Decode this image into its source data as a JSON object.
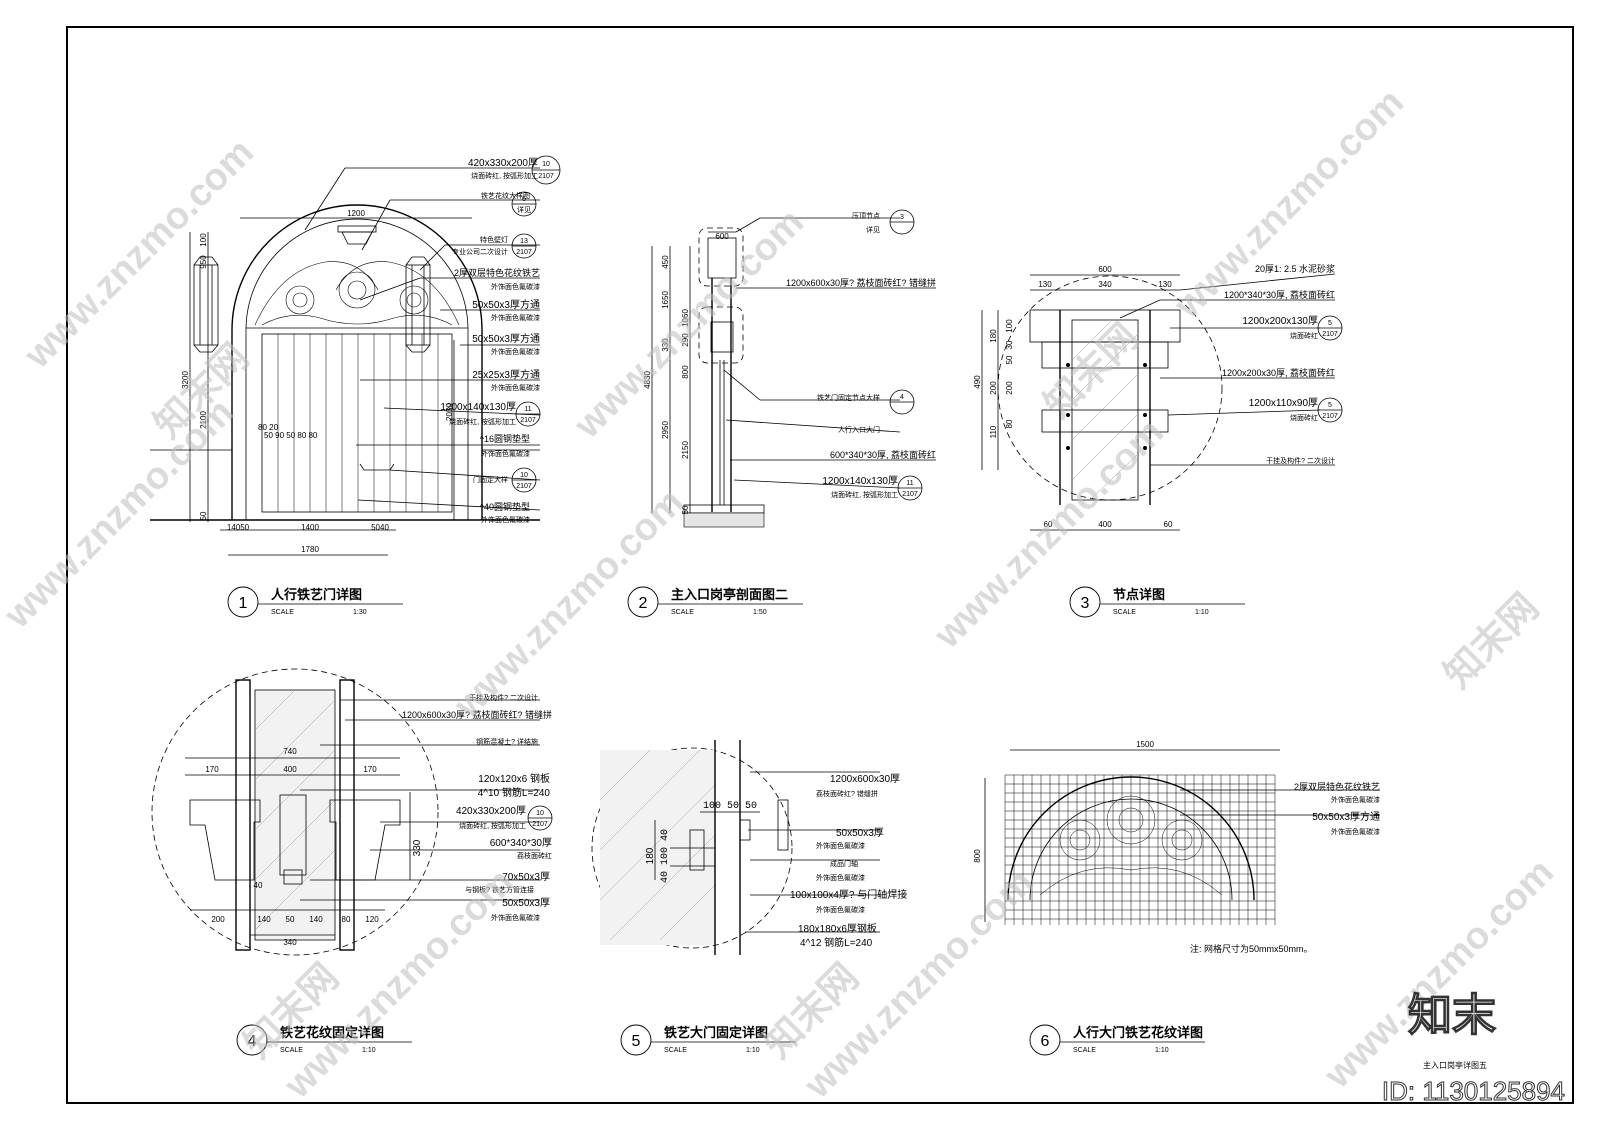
{
  "watermarks": {
    "site": "www.znzmo.com",
    "brand": "知末网"
  },
  "logo": {
    "text": "知末",
    "id": "ID: 1130125894"
  },
  "sheet_title": "主入口岗亭详图五",
  "details": [
    {
      "num": "1",
      "title": "人行铁艺门详图",
      "scale_label": "SCALE",
      "scale": "1:30"
    },
    {
      "num": "2",
      "title": "主入口岗亭剖面图二",
      "scale_label": "SCALE",
      "scale": "1:50"
    },
    {
      "num": "3",
      "title": "节点详图",
      "scale_label": "SCALE",
      "scale": "1:10"
    },
    {
      "num": "4",
      "title": "铁艺花纹固定详图",
      "scale_label": "SCALE",
      "scale": "1:10"
    },
    {
      "num": "5",
      "title": "铁艺大门固定详图",
      "scale_label": "SCALE",
      "scale": "1:10"
    },
    {
      "num": "6",
      "title": "人行大门铁艺花纹详图",
      "scale_label": "SCALE",
      "scale": "1:10"
    }
  ],
  "d1": {
    "notes": [
      [
        "420x330x200厚",
        "烧面砖红, 按弧形加工",
        "10",
        "2107"
      ],
      [
        "铁艺花纹大样图",
        "",
        "6",
        "详见"
      ],
      [
        "特色壁灯",
        "专业公司二次设计",
        "13",
        "2107"
      ],
      [
        "2厚双层特色花纹铁艺",
        "外饰面色氟碳漆",
        "",
        ""
      ],
      [
        "50x50x3厚方通",
        "外饰面色氟碳漆",
        "",
        ""
      ],
      [
        "50x50x3厚方通",
        "外饰面色氟碳漆",
        "",
        ""
      ],
      [
        "25x25x3厚方通",
        "外饰面色氟碳漆",
        "",
        ""
      ],
      [
        "1200x140x130厚",
        "烧面砖红, 按弧形加工",
        "11",
        "2107"
      ],
      [
        "^16圆钢垫型",
        "外饰面色氟碳漆",
        "",
        ""
      ],
      [
        "门固定大样",
        "",
        "10",
        "2107"
      ],
      [
        "^40圆钢垫型",
        "外饰面色氟碳漆",
        "",
        ""
      ]
    ],
    "dims": {
      "top": "1200",
      "h1": "3200",
      "h2": "2100",
      "h3": "2050",
      "bottom1": "1400",
      "bottom2": "1780",
      "small": "5040",
      "left": "14050",
      "d50": "50",
      "d100": "100",
      "d950": "950",
      "midtext": "50 90 50 80 80",
      "d8020": "80 20"
    }
  },
  "d2": {
    "notes": [
      [
        "压顶节点",
        "详见",
        "3",
        ""
      ],
      [
        "1200x600x30厚? 荔枝面砖红? 错缝拼",
        "",
        "",
        ""
      ],
      [
        "铁艺门固定节点大样",
        "",
        "4",
        ""
      ],
      [
        "人行入口大门",
        "",
        "",
        ""
      ],
      [
        "600*340*30厚, 荔枝面砖红",
        "",
        "",
        ""
      ],
      [
        "1200x140x130厚",
        "烧面砖红, 按弧形加工",
        "11",
        "2107"
      ]
    ],
    "dims": {
      "top": "600",
      "total": "4830",
      "d450": "450",
      "d1650": "1650",
      "d1060": "1060",
      "d330": "330",
      "d290": "290",
      "d800": "800",
      "d2950": "2950",
      "d2150": "2150",
      "d50": "50"
    }
  },
  "d3": {
    "notes": [
      [
        "20厚1: 2.5 水泥砂浆",
        ""
      ],
      [
        "1200*340*30厚, 荔枝面砖红",
        ""
      ],
      [
        "1200x200x130厚",
        "烧面砖红",
        "5",
        "2107"
      ],
      [
        "1200x200x30厚, 荔枝面砖红",
        ""
      ],
      [
        "1200x110x90厚",
        "烧面砖红",
        "5",
        "2107"
      ],
      [
        "干挂及构件? 二次设计",
        ""
      ]
    ],
    "dims": {
      "top": "600",
      "t130a": "130",
      "t340": "340",
      "t130b": "130",
      "h490": "490",
      "h180": "180",
      "h100": "100",
      "h30": "30",
      "h50": "50",
      "h200a": "200",
      "h200b": "200",
      "h110": "110",
      "h80": "80",
      "b60a": "60",
      "b400": "400",
      "b60b": "60"
    }
  },
  "d4": {
    "notes": [
      [
        "干挂及构件? 二次设计",
        ""
      ],
      [
        "1200x600x30厚? 荔枝面砖红? 错缝拼",
        ""
      ],
      [
        "钢筋混凝土? 详结施",
        ""
      ],
      [
        "120x120x6 钢板",
        "4^10 钢筋L=240"
      ],
      [
        "420x330x200厚",
        "烧面砖红, 按弧形加工",
        "10",
        "2107"
      ],
      [
        "600*340*30厚",
        "荔枝面砖红"
      ],
      [
        "70x50x3厚",
        "与钢板? 铁艺方管连接"
      ],
      [
        "50x50x3厚",
        "外饰面色氟碳漆"
      ]
    ],
    "dims": {
      "top": "740",
      "l170": "170",
      "c400": "400",
      "r170": "170",
      "h330": "330",
      "h40": "40",
      "b200": "200",
      "b140a": "140",
      "b50": "50",
      "b140b": "140",
      "b80": "80",
      "b120": "120",
      "b340": "340"
    }
  },
  "d5": {
    "notes": [
      [
        "1200x600x30厚",
        "荔枝面砖红? 错缝拼"
      ],
      [
        "50x50x3厚",
        "外饰面色氟碳漆"
      ],
      [
        "成品门轴",
        "外饰面色氟碳漆"
      ],
      [
        "100x100x4厚? 与门轴焊接",
        "外饰面色氟碳漆"
      ],
      [
        "180x180x6厚钢板",
        "4^12 钢筋L=240"
      ]
    ],
    "dims": {
      "top": "100 50 50",
      "v180": "180",
      "v40": "40 100 40"
    }
  },
  "d6": {
    "notes": [
      [
        "2厚双层特色花纹铁艺",
        "外饰面色氟碳漆"
      ],
      [
        "50x50x3厚方通",
        "外饰面色氟碳漆"
      ]
    ],
    "dims": {
      "width": "1500",
      "height": "800"
    },
    "grid_note": "注: 网格尺寸为50mmx50mm。"
  }
}
